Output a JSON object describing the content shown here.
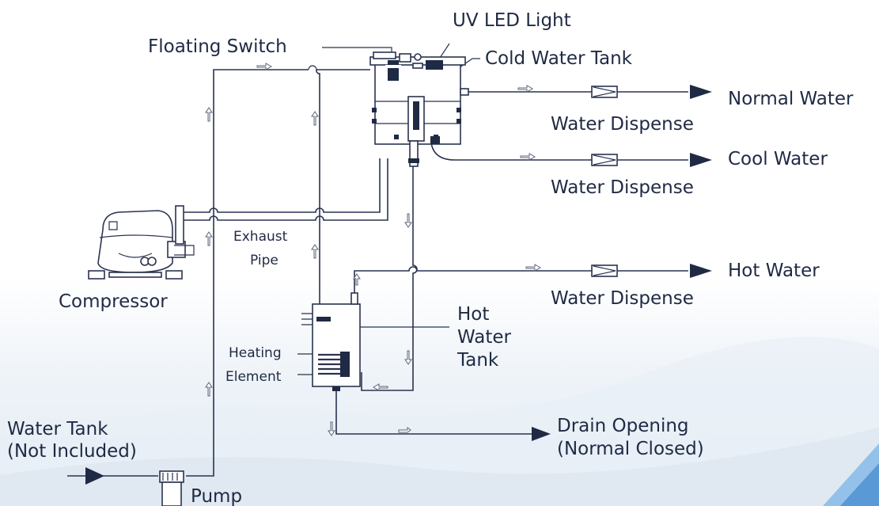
{
  "labels": {
    "uv_led": "UV LED Light",
    "floating_switch": "Floating Switch",
    "cold_tank": "Cold Water Tank",
    "normal_water": "Normal Water",
    "dispense_1": "Water Dispense",
    "cool_water": "Cool Water",
    "dispense_2": "Water Dispense",
    "hot_water": "Hot Water",
    "dispense_3": "Water Dispense",
    "exhaust_1": "Exhaust",
    "exhaust_2": "Pipe",
    "compressor": "Compressor",
    "hot_tank_1": "Hot",
    "hot_tank_2": "Water",
    "hot_tank_3": "Tank",
    "heating_1": "Heating",
    "heating_2": "Element",
    "drain_1": "Drain Opening",
    "drain_2": "(Normal Closed)",
    "water_tank_1": "Water Tank",
    "water_tank_2": "(Not Included)",
    "pump": "Pump"
  },
  "colors": {
    "line": "#2a3350",
    "text": "#1f2a44",
    "water_accent": "#7fb6e6"
  }
}
